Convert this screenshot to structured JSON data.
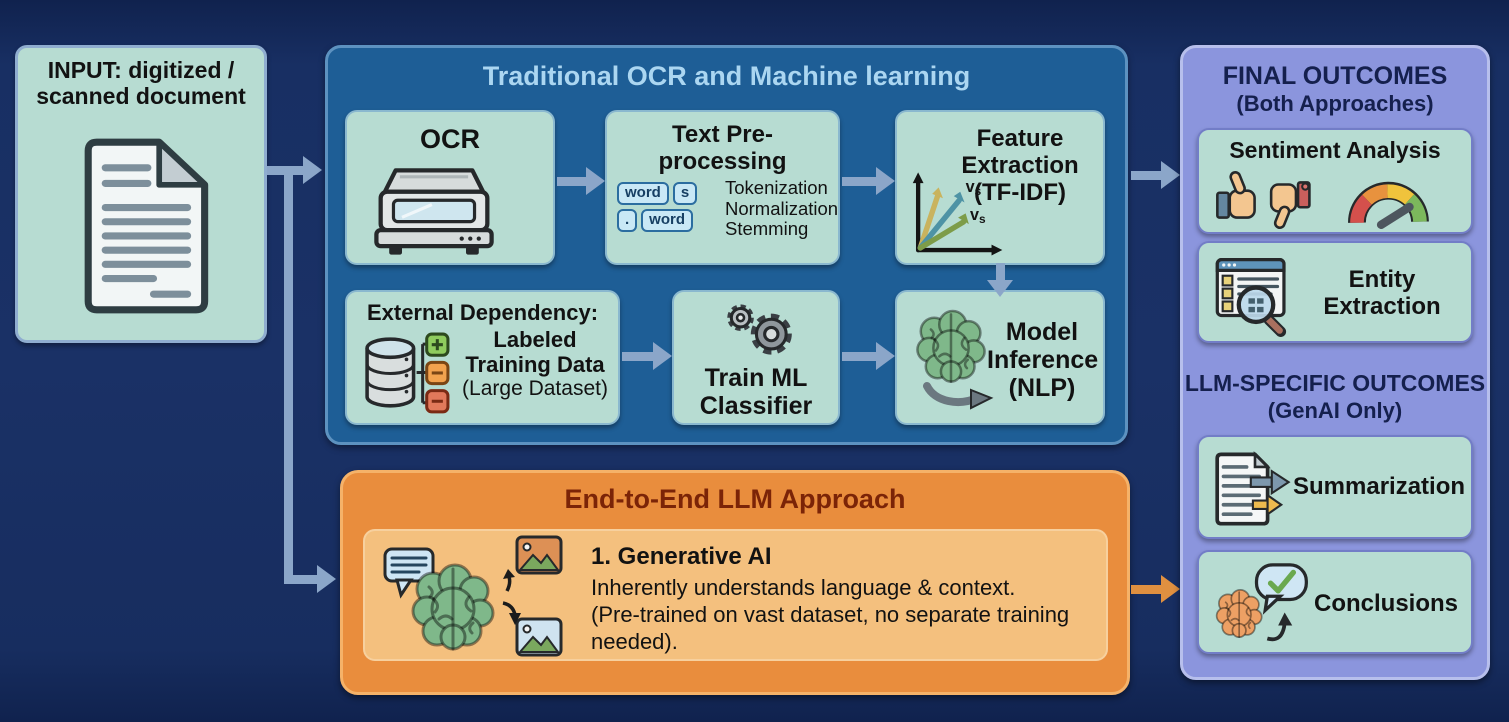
{
  "input": {
    "title_lines": [
      "INPUT: digitized /",
      "scanned document"
    ]
  },
  "traditional": {
    "title": "Traditional OCR and Machine learning",
    "ocr": {
      "title": "OCR"
    },
    "preprocessing": {
      "title_lines": [
        "Text Pre-",
        "processing"
      ],
      "tokens_row1": [
        "word",
        "s"
      ],
      "tokens_row2": [
        ".",
        "word"
      ],
      "steps": [
        "Tokenization",
        "Normalization",
        "Stemming"
      ]
    },
    "feature": {
      "title_lines": [
        "Feature",
        "Extraction",
        "(TF-IDF)"
      ],
      "vector_label": "v",
      "vector_sub": "s"
    },
    "dependency": {
      "title": "External Dependency:",
      "lines": [
        "Labeled",
        "Training Data",
        "(Large Dataset)"
      ]
    },
    "train": {
      "title_lines": [
        "Train ML",
        "Classifier"
      ]
    },
    "inference": {
      "title_lines": [
        "Model",
        "Inference",
        "(NLP)"
      ]
    }
  },
  "llm": {
    "title": "End-to-End LLM Approach",
    "heading": "1. Generative AI",
    "body_lines": [
      "Inherently understands language & context.",
      "(Pre-trained on vast dataset, no separate training",
      "needed)."
    ]
  },
  "outcomes": {
    "final_title": "FINAL OUTCOMES",
    "final_subtitle": "(Both Approaches)",
    "sentiment": {
      "title": "Sentiment Analysis"
    },
    "entity": {
      "title_lines": [
        "Entity",
        "Extraction"
      ]
    },
    "llm_title": "LLM-SPECIFIC OUTCOMES",
    "llm_subtitle": "(GenAI Only)",
    "summarization": {
      "title": "Summarization"
    },
    "conclusions": {
      "title": "Conclusions"
    }
  },
  "colors": {
    "background": "#1A3166",
    "mint": "#B7DCD2",
    "panel_blue": "#1E5E96",
    "panel_blue_title": "#ABD6F1",
    "orange_panel": "#E98D3D",
    "orange_inner": "#F4C07E",
    "llm_title_color": "#7B2407",
    "outcomes_panel": "#8B95DD",
    "arrow_steel": "#8BA6C9",
    "arrow_orange": "#E09040",
    "dark_navy_text": "#15204E",
    "gauge": [
      "#D4504C",
      "#E8923E",
      "#F0C33C",
      "#7CB85C"
    ]
  }
}
